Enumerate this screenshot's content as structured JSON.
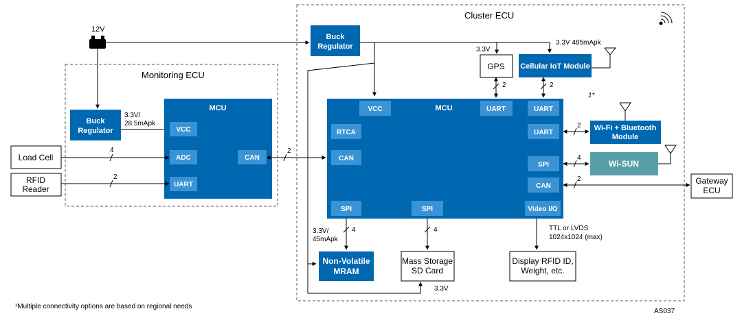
{
  "colors": {
    "block_dark": "#0067B1",
    "block_light": "#3A93D4",
    "wisun": "#5A9EA8",
    "border": "#000000",
    "dashed": "#555555"
  },
  "labels": {
    "battery": "12V",
    "cluster_ecu": "Cluster ECU",
    "monitoring_ecu": "Monitoring ECU",
    "buck_left_1": "Buck",
    "buck_left_2": "Regulator",
    "buck_top_1": "Buck",
    "buck_top_2": "Regulator",
    "mon_mcu": "MCU",
    "mon_vcc": "VCC",
    "mon_adc": "ADC",
    "mon_uart": "UART",
    "mon_can": "CAN",
    "mon_power_1": "3.3V/",
    "mon_power_2": "28.5mApk",
    "load_cell": "Load Cell",
    "rfid_1": "RFID",
    "rfid_2": "Reader",
    "bus_4_load": "4",
    "bus_2_rfid": "2",
    "bus_2_can": "2",
    "mcu": "MCU",
    "vcc": "VCC",
    "rtca": "RTCA",
    "can_left": "CAN",
    "uart_gps": "UART",
    "uart_cell": "UART",
    "uart_wifi": "UART",
    "spi_wisun": "SPI",
    "can_right": "CAN",
    "spi_mram": "SPI",
    "spi_sd": "SPI",
    "video_io": "Video I/O",
    "gps": "GPS",
    "gps_power": "3.3V",
    "cell_iot": "Cellular IoT Module",
    "cell_power": "3.3V 485mApk",
    "bus_gps": "2",
    "bus_cell": "2",
    "footnote_mark": "1*",
    "wifi_bt_1": "Wi-Fi + Bluetooth",
    "wifi_bt_2": "Module",
    "bus_wifi": "2",
    "wisun": "Wi-SUN",
    "bus_wisun": "4",
    "gateway_1": "Gateway",
    "gateway_2": "ECU",
    "bus_gateway": "2",
    "mram_power_1": "3.3V/",
    "mram_power_2": "45mApk",
    "bus_mram": "4",
    "mram_1": "Non-Volatile",
    "mram_2": "MRAM",
    "bus_sd": "4",
    "sd_1": "Mass Storage",
    "sd_2": "SD Card",
    "sd_power": "3.3V",
    "video_spec_1": "TTL or LVDS",
    "video_spec_2": "1024x1024 (max)",
    "display_1": "Display RFID ID,",
    "display_2": "Weight, etc.",
    "footnote": "¹Multiple connectivity options are based on regional needs",
    "doc_id": "AS037"
  }
}
